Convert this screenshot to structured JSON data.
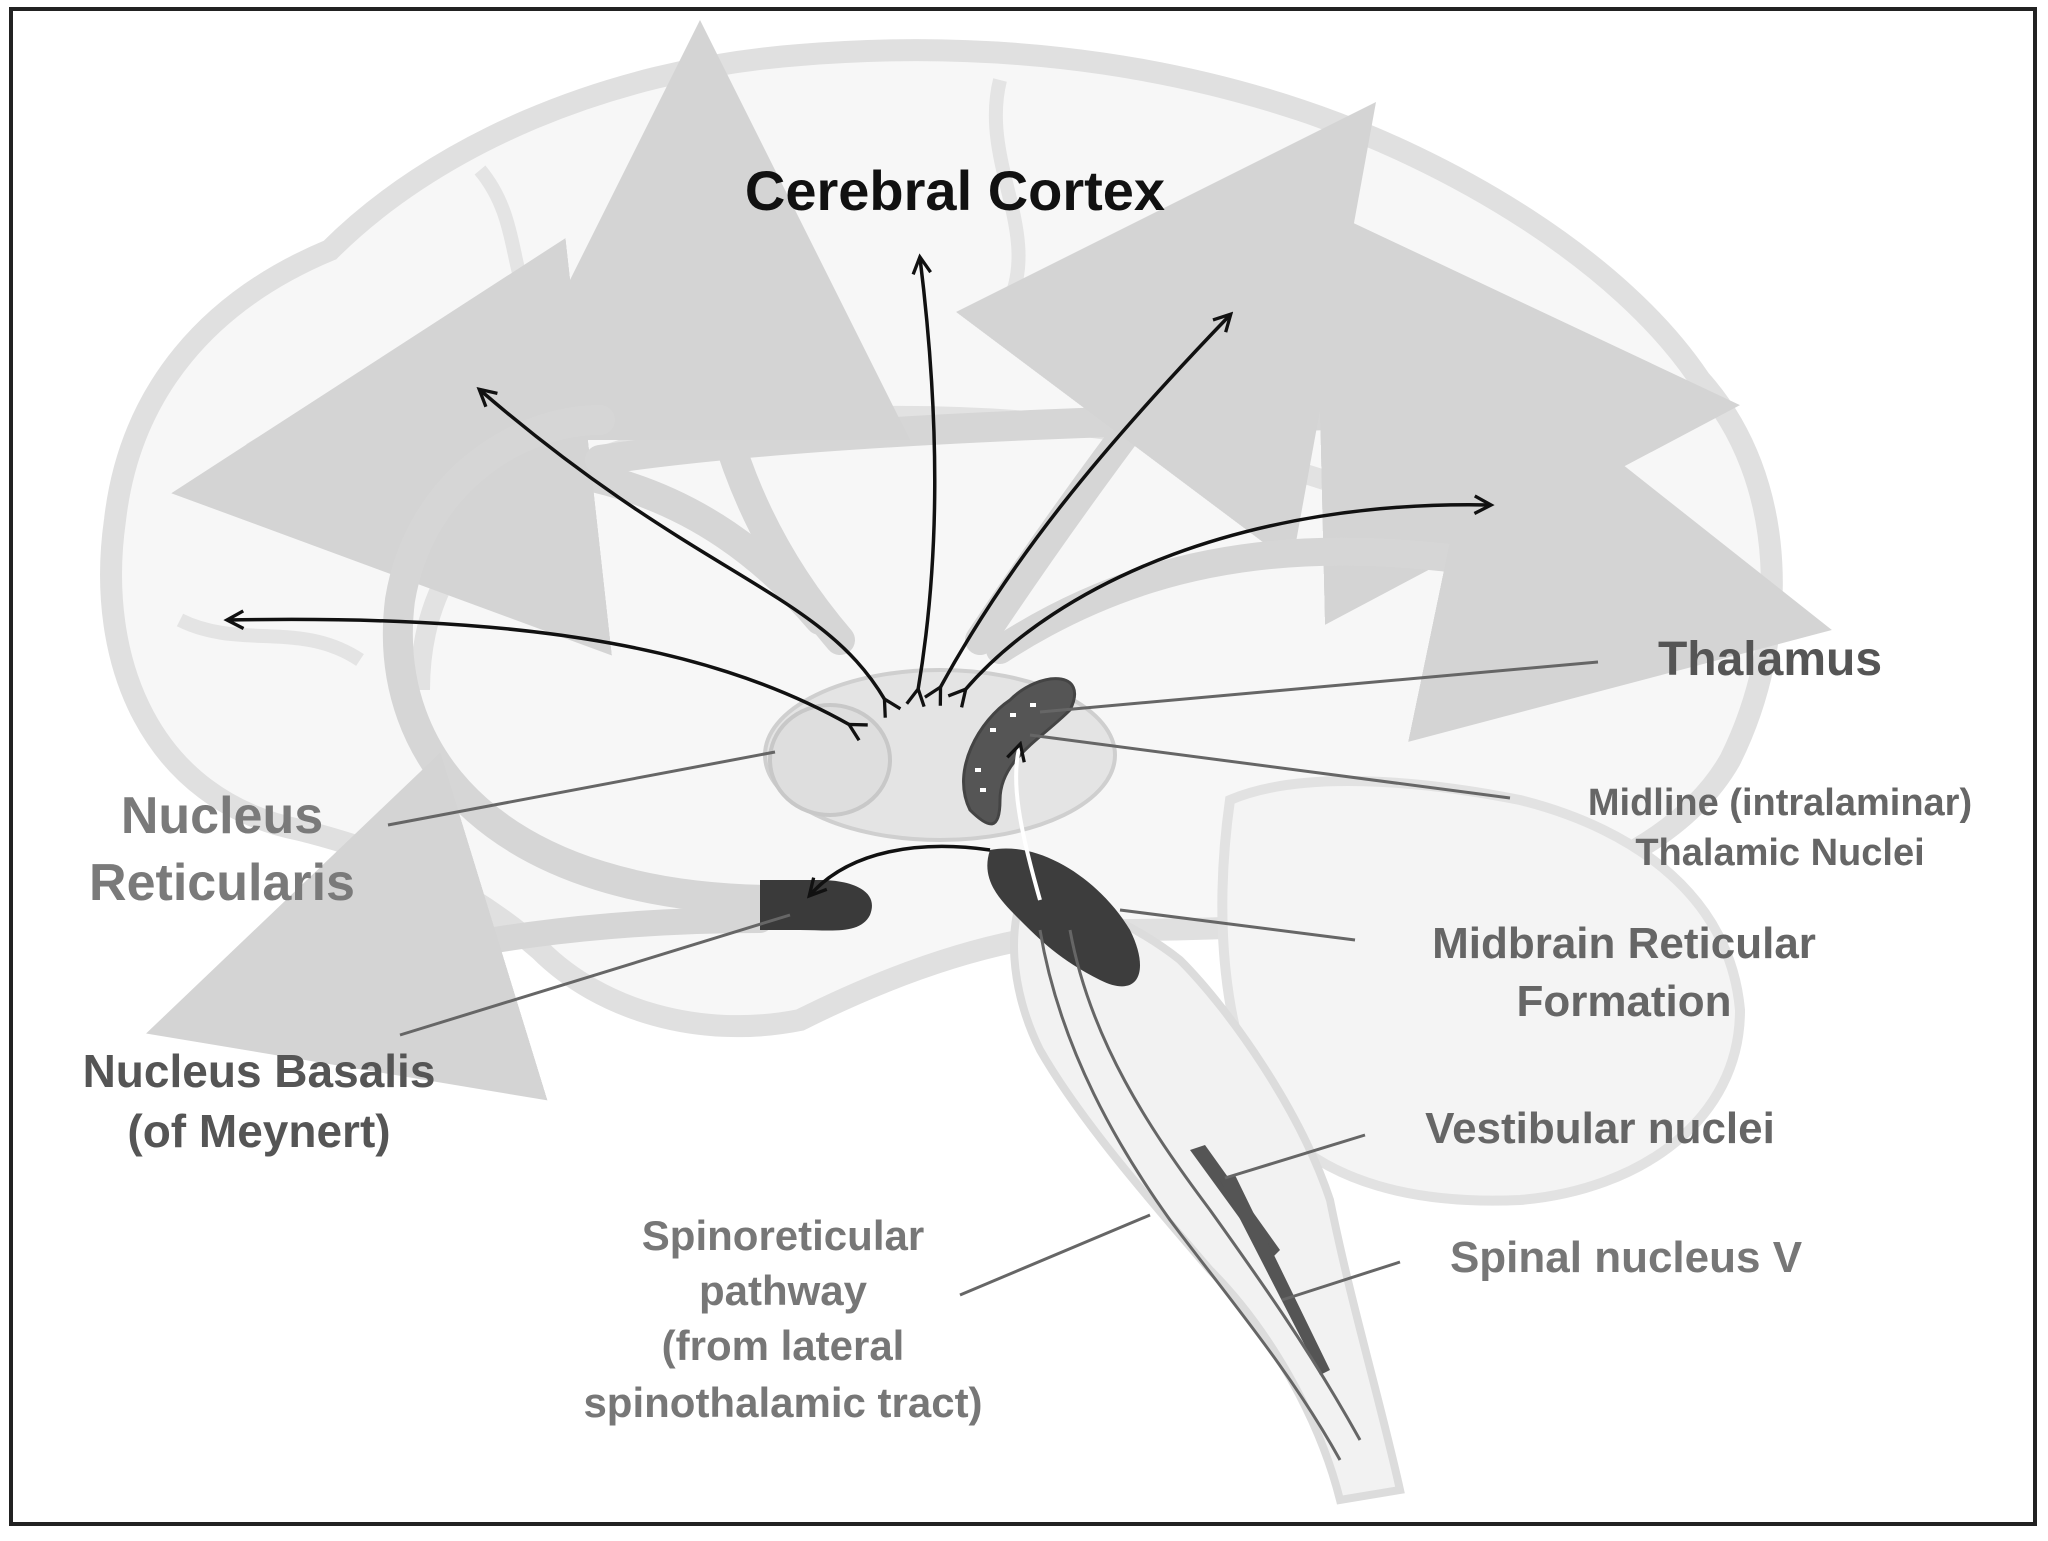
{
  "labels": {
    "cerebral_cortex": "Cerebral Cortex",
    "thalamus": "Thalamus",
    "midline_line1": "Midline (intralaminar)",
    "midline_line2": "Thalamic Nuclei",
    "nucleus_reticularis_line1": "Nucleus",
    "nucleus_reticularis_line2": "Reticularis",
    "midbrain_line1": "Midbrain Reticular",
    "midbrain_line2": "Formation",
    "nucleus_basalis_line1": "Nucleus Basalis",
    "nucleus_basalis_line2": "(of Meynert)",
    "vestibular": "Vestibular nuclei",
    "spinal_nucleus": "Spinal nucleus V",
    "spinoreticular_line1": "Spinoreticular",
    "spinoreticular_line2": "pathway",
    "spinoreticular_line3": "(from lateral",
    "spinoreticular_line4": "spinothalamic tract)"
  },
  "colors": {
    "brain_outline": "#e3e3e3",
    "brain_fill": "#f6f6f6",
    "faint_pathway": "#d9d9d9",
    "dark_structure": "#3d3d3d",
    "arrow_black": "#111111",
    "label_dark": "#111111",
    "label_gray": "#6b6b6b"
  }
}
